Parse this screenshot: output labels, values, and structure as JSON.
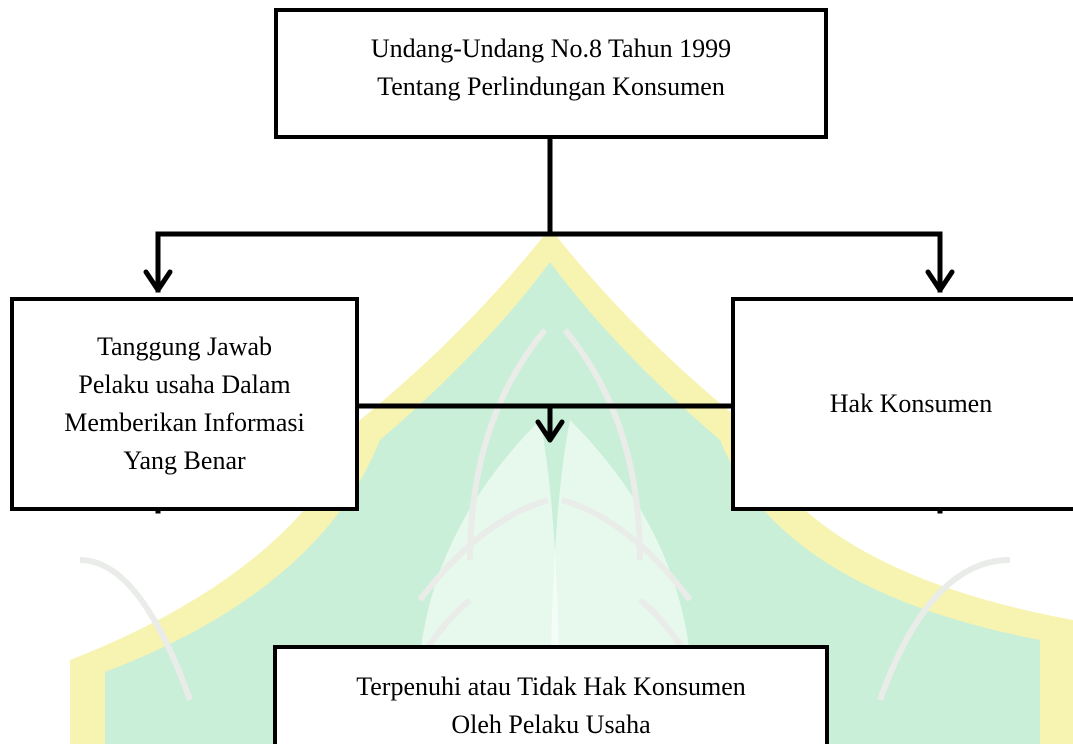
{
  "diagram": {
    "top_box": {
      "lines": [
        "Undang-Undang No.8 Tahun 1999",
        "Tentang Perlindungan Konsumen"
      ]
    },
    "left_box": {
      "lines": [
        "Tanggung Jawab",
        "Pelaku usaha Dalam",
        "Memberikan Informasi",
        "Yang Benar"
      ]
    },
    "right_box": {
      "lines": [
        "Hak Konsumen"
      ]
    },
    "bottom_box": {
      "lines": [
        "Terpenuhi atau Tidak Hak Konsumen",
        "Oleh Pelaku Usaha"
      ]
    }
  },
  "colors": {
    "line": "#000000",
    "watermark_green": "#c9efd8",
    "watermark_yellow": "#f7f3b0",
    "watermark_outline": "#e9ece8"
  }
}
